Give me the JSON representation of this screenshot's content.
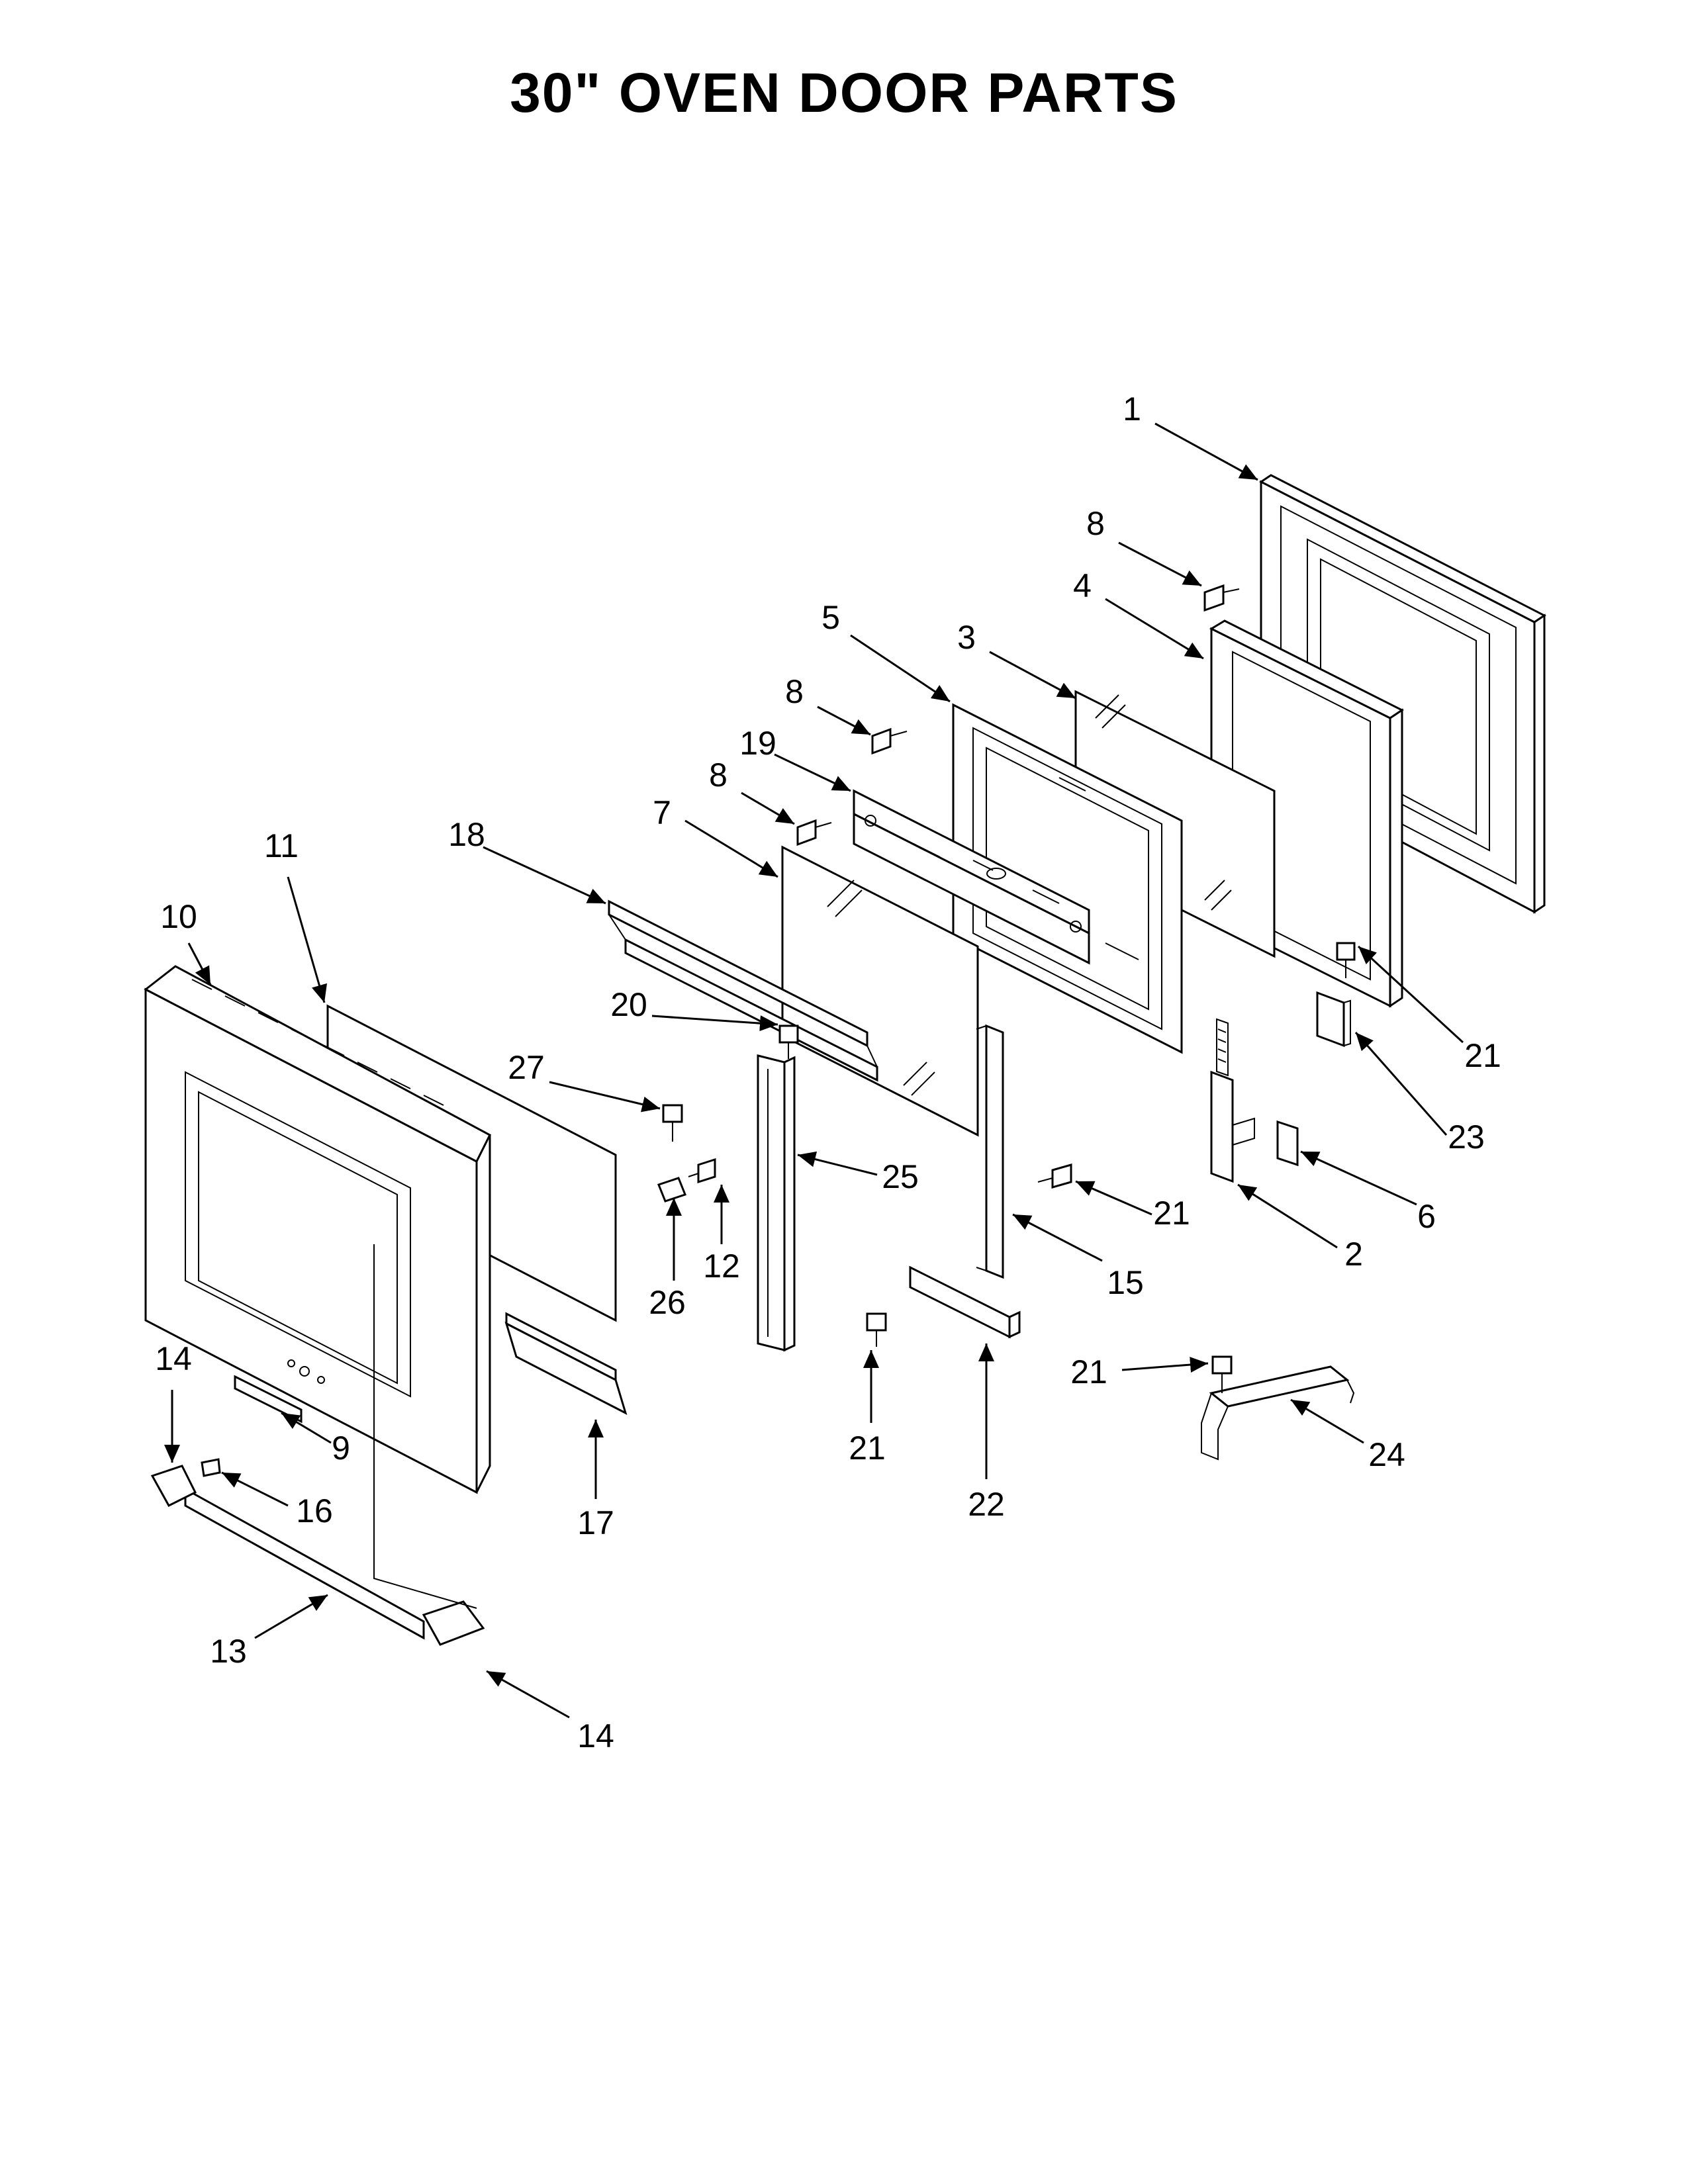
{
  "title": "30\" OVEN DOOR PARTS",
  "callouts": [
    {
      "id": "c1",
      "text": "1"
    },
    {
      "id": "c8a",
      "text": "8"
    },
    {
      "id": "c4",
      "text": "4"
    },
    {
      "id": "c5",
      "text": "5"
    },
    {
      "id": "c3",
      "text": "3"
    },
    {
      "id": "c8b",
      "text": "8"
    },
    {
      "id": "c19",
      "text": "19"
    },
    {
      "id": "c8c",
      "text": "8"
    },
    {
      "id": "c7",
      "text": "7"
    },
    {
      "id": "c18",
      "text": "18"
    },
    {
      "id": "c11",
      "text": "11"
    },
    {
      "id": "c10",
      "text": "10"
    },
    {
      "id": "c20",
      "text": "20"
    },
    {
      "id": "c27",
      "text": "27"
    },
    {
      "id": "c21a",
      "text": "21"
    },
    {
      "id": "c23",
      "text": "23"
    },
    {
      "id": "c25",
      "text": "25"
    },
    {
      "id": "c21b",
      "text": "21"
    },
    {
      "id": "c6",
      "text": "6"
    },
    {
      "id": "c2",
      "text": "2"
    },
    {
      "id": "c26",
      "text": "26"
    },
    {
      "id": "c12",
      "text": "12"
    },
    {
      "id": "c15",
      "text": "15"
    },
    {
      "id": "c14a",
      "text": "14"
    },
    {
      "id": "c9",
      "text": "9"
    },
    {
      "id": "c16",
      "text": "16"
    },
    {
      "id": "c17",
      "text": "17"
    },
    {
      "id": "c21c",
      "text": "21"
    },
    {
      "id": "c22",
      "text": "22"
    },
    {
      "id": "c21d",
      "text": "21"
    },
    {
      "id": "c24",
      "text": "24"
    },
    {
      "id": "c13",
      "text": "13"
    },
    {
      "id": "c14b",
      "text": "14"
    }
  ]
}
